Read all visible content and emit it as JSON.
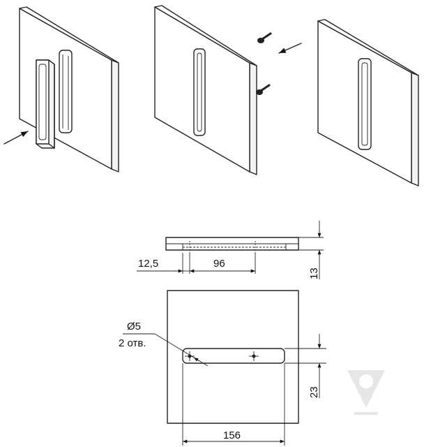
{
  "dimensions": {
    "offset": "12,5",
    "hole_spacing": "96",
    "thickness": "13",
    "hole_diameter": "Ø5",
    "hole_count": "2 отв.",
    "height_from_bottom": "23",
    "width": "156"
  }
}
